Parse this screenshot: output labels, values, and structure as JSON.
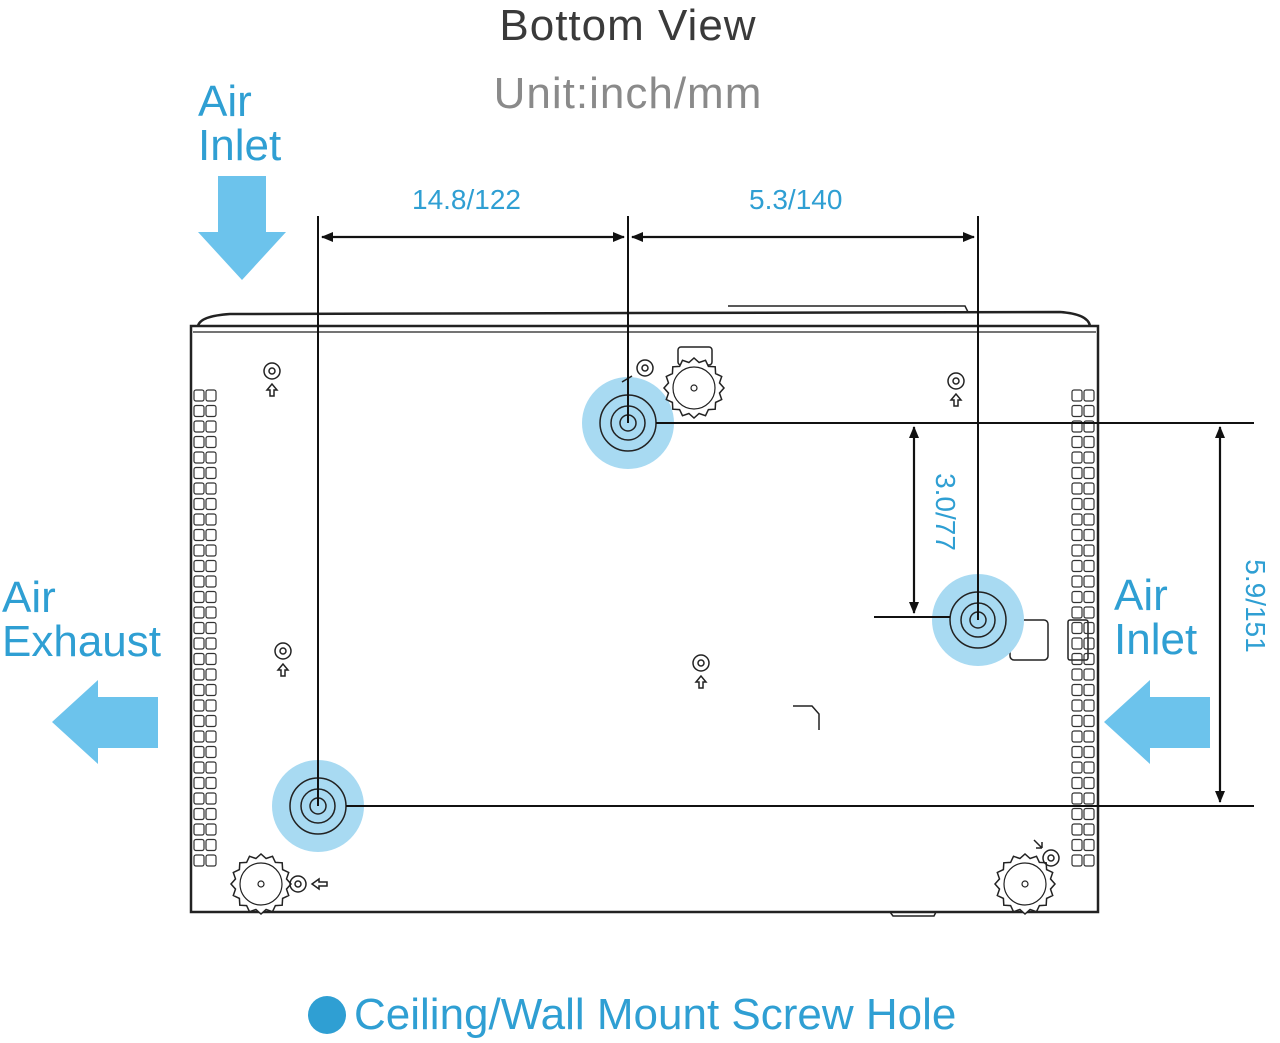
{
  "title": "Bottom View",
  "unit": "Unit:inch/mm",
  "labels": {
    "air_inlet_top": [
      "Air",
      "Inlet"
    ],
    "air_exhaust_left": [
      "Air",
      "Exhaust"
    ],
    "air_inlet_right": [
      "Air",
      "Inlet"
    ]
  },
  "dimensions": {
    "top_left": "14.8/122",
    "top_right": "5.3/140",
    "vertical_inner": "3.0/77",
    "vertical_outer": "5.9/151"
  },
  "legend": {
    "label": "Ceiling/Wall Mount Screw Hole"
  },
  "colors": {
    "accent": "#2f9fd3",
    "arrow": "#6cc3ec",
    "highlight": "#a8daf2",
    "line": "#222222"
  }
}
